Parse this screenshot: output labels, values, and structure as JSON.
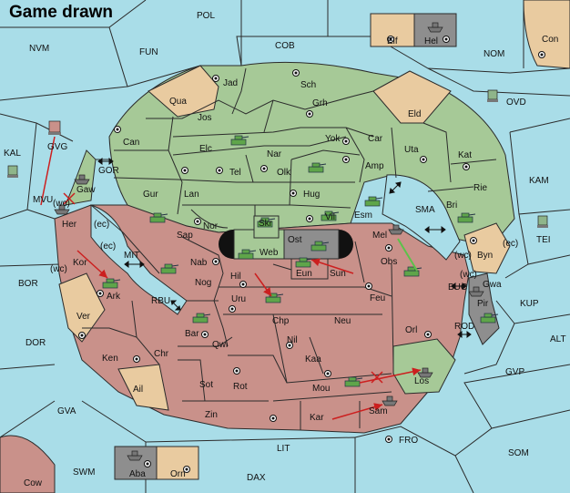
{
  "title": "Game drawn",
  "colors": {
    "sea": "#a9dde8",
    "green_power": "#a6c997",
    "red_power": "#c9918a",
    "neutral": "#e9cba0",
    "grey_power": "#8e8e8e",
    "order_arrow": "#cc1f1f",
    "support_line": "#5cc24a"
  },
  "regions": {
    "pol": "POL",
    "nvm": "NVM",
    "fun": "FUN",
    "cob": "COB",
    "nom": "NOM",
    "con": "Con",
    "elf": "Elf",
    "hel": "Hel",
    "ovd": "OVD",
    "kal": "KAL",
    "gvg": "GVG",
    "gor": "GOR",
    "gaw": "Gaw",
    "mvu": "MVU",
    "wc1": "(wc)",
    "her": "Her",
    "ec1": "(ec)",
    "ec2": "(ec)",
    "kor": "Kor",
    "wc2": "(wc)",
    "ark": "Ark",
    "mit": "MIT",
    "bor": "BOR",
    "ver": "Ver",
    "rbu": "RBU",
    "dor": "DOR",
    "ken": "Ken",
    "chr": "Chr",
    "ail": "Ail",
    "gva": "GVA",
    "swm": "SWM",
    "cow": "Cow",
    "aba": "Aba",
    "orn": "Orn",
    "dax": "DAX",
    "lit": "LIT",
    "zin": "Zin",
    "kar": "Kar",
    "sam": "Sam",
    "fro": "FRO",
    "som": "SOM",
    "gvp": "GVP",
    "los": "Los",
    "alt": "ALT",
    "rod": "ROD",
    "pir": "Pir",
    "kup": "KUP",
    "buc": "BUC",
    "gwa": "Gwa",
    "wc3": "(wc)",
    "wc4": "(wc)",
    "byn": "Byn",
    "ec3": "(ec)",
    "tei": "TEI",
    "kam": "KAM",
    "rie": "Rie",
    "bri": "Bri",
    "sma": "SMA",
    "kat": "Kat",
    "uta": "Uta",
    "eld": "Eld",
    "qua": "Qua",
    "jad": "Jad",
    "sch": "Sch",
    "jos": "Jos",
    "grh": "Grh",
    "can": "Can",
    "elc": "Elc",
    "nar": "Nar",
    "yok": "Yok",
    "car": "Car",
    "amp": "Amp",
    "tel": "Tel",
    "olk": "Olk",
    "gur": "Gur",
    "lan": "Lan",
    "hug": "Hug",
    "esm": "Esm",
    "nor": "Nor",
    "sap": "Sap",
    "skr": "Skr",
    "vil": "Vil",
    "web": "Web",
    "ost": "Ost",
    "mel": "Mel",
    "obs": "Obs",
    "nab": "Nab",
    "nog": "Nog",
    "hil": "Hil",
    "eun": "Eun",
    "sun": "Sun",
    "uru": "Uru",
    "feu": "Feu",
    "chp": "Chp",
    "neu": "Neu",
    "orl": "Orl",
    "bar": "Bar",
    "qwi": "Qwi",
    "nil": "Nil",
    "kaa": "Kaa",
    "sot": "Sot",
    "rot": "Rot",
    "mou": "Mou"
  }
}
